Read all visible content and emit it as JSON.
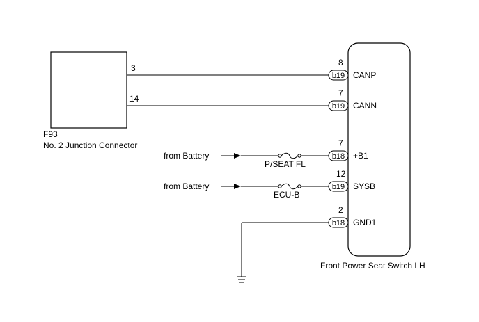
{
  "junction": {
    "code": "F93",
    "name": "No. 2 Junction Connector",
    "pins": {
      "canp": "3",
      "cann": "14"
    }
  },
  "ecu": {
    "name": "Front Power Seat Switch LH"
  },
  "terminals": [
    {
      "pin": "8",
      "connector": "b19",
      "signal": "CANP"
    },
    {
      "pin": "7",
      "connector": "b19",
      "signal": "CANN"
    },
    {
      "pin": "7",
      "connector": "b18",
      "signal": "+B1"
    },
    {
      "pin": "12",
      "connector": "b19",
      "signal": "SYSB"
    },
    {
      "pin": "2",
      "connector": "b18",
      "signal": "GND1"
    }
  ],
  "sources": [
    {
      "label": "from Battery",
      "fuse": "P/SEAT FL"
    },
    {
      "label": "from Battery",
      "fuse": "ECU-B"
    }
  ]
}
